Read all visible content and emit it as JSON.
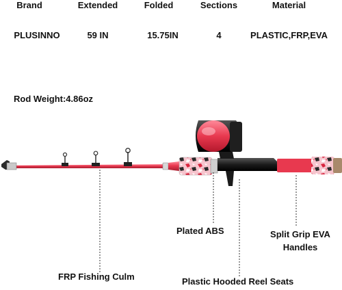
{
  "spec_table": {
    "headers": [
      "Brand",
      "Extended",
      "Folded",
      "Sections",
      "Material"
    ],
    "values": [
      "PLUSINNO",
      "59 IN",
      "15.75IN",
      "4",
      "PLASTIC,FRP,EVA"
    ]
  },
  "rod_weight": "Rod Weight:4.86oz",
  "callouts": {
    "plated_abs": "Plated ABS",
    "split_grip": "Split Grip EVA Handles",
    "frp_culm": "FRP Fishing Culm",
    "reel_seats": "Plastic Hooded Reel Seats"
  },
  "colors": {
    "rod_red": "#e8384f",
    "reel_black": "#1c1c1c",
    "camo_pink": "#f3a6b4",
    "cork": "#a8896b"
  }
}
